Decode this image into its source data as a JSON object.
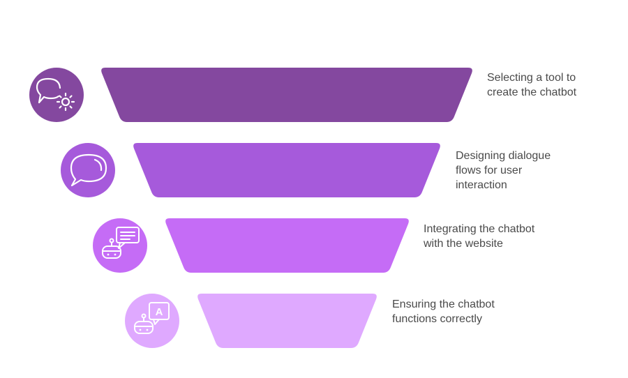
{
  "funnel": {
    "steps": [
      {
        "id": "select-tool",
        "label_lines": [
          "Selecting a tool to",
          "create the chatbot"
        ],
        "color": "#84489F",
        "icon": "chat-gear-icon"
      },
      {
        "id": "design-dialogue",
        "label_lines": [
          "Designing dialogue",
          "flows for user",
          "interaction"
        ],
        "color": "#A65ADB",
        "icon": "speech-bubble-icon"
      },
      {
        "id": "integrate-website",
        "label_lines": [
          "Integrating the chatbot",
          "with the website"
        ],
        "color": "#C56CF6",
        "icon": "robot-chat-icon"
      },
      {
        "id": "ensure-functions",
        "label_lines": [
          "Ensuring the chatbot",
          "functions correctly"
        ],
        "color": "#DFA9FF",
        "icon": "robot-translate-icon"
      }
    ],
    "translate_icon_glyph": "A"
  }
}
